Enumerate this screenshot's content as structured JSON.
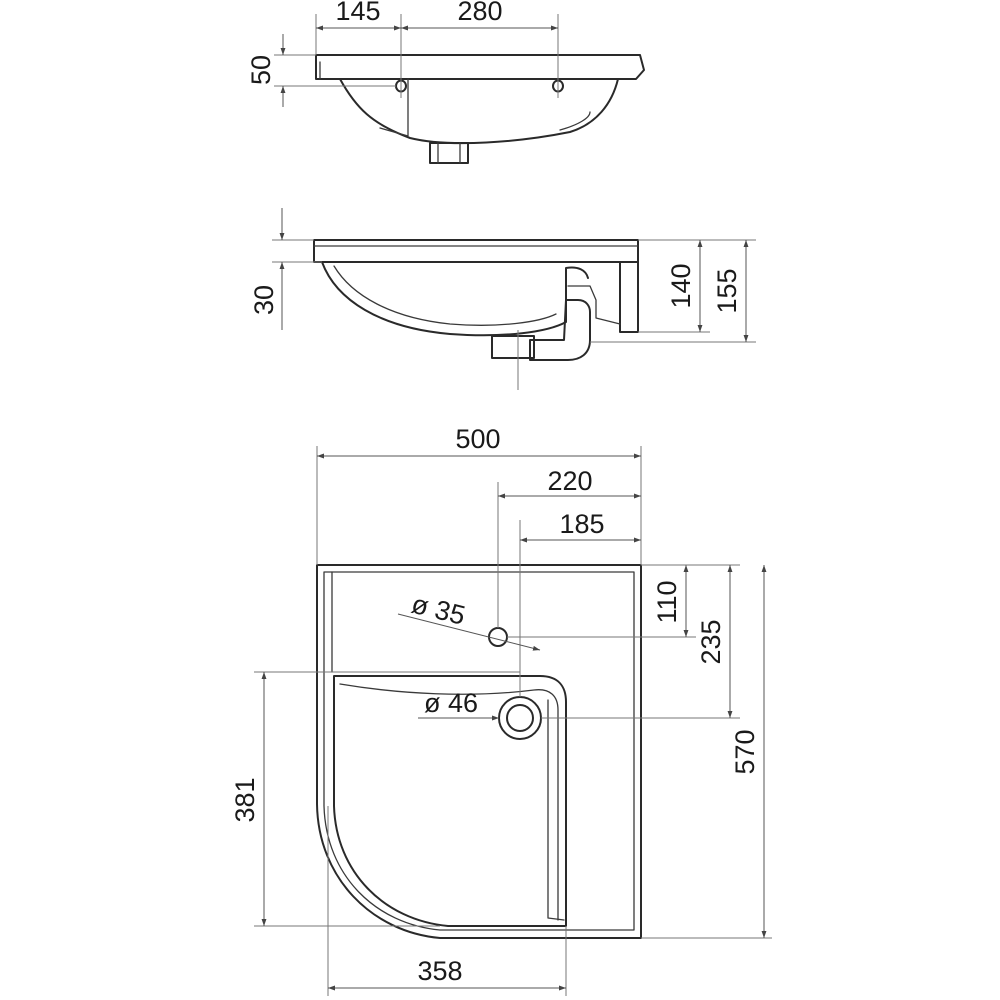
{
  "top_view": {
    "dim_left_offset": "145",
    "dim_hole_spacing": "280",
    "dim_rim_height": "50"
  },
  "side_view": {
    "dim_rim_depth": "30",
    "dim_height_inner": "140",
    "dim_height_total": "155"
  },
  "plan_view": {
    "dim_width": "500",
    "dim_tap_hole_offset": "220",
    "dim_drain_offset": "185",
    "dim_tap_hole_depth": "110",
    "dim_drain_depth": "235",
    "dim_total_depth": "570",
    "dim_bowl_depth": "381",
    "dim_bowl_width": "358",
    "tap_hole_diameter": "ø 35",
    "drain_diameter": "ø 46"
  }
}
